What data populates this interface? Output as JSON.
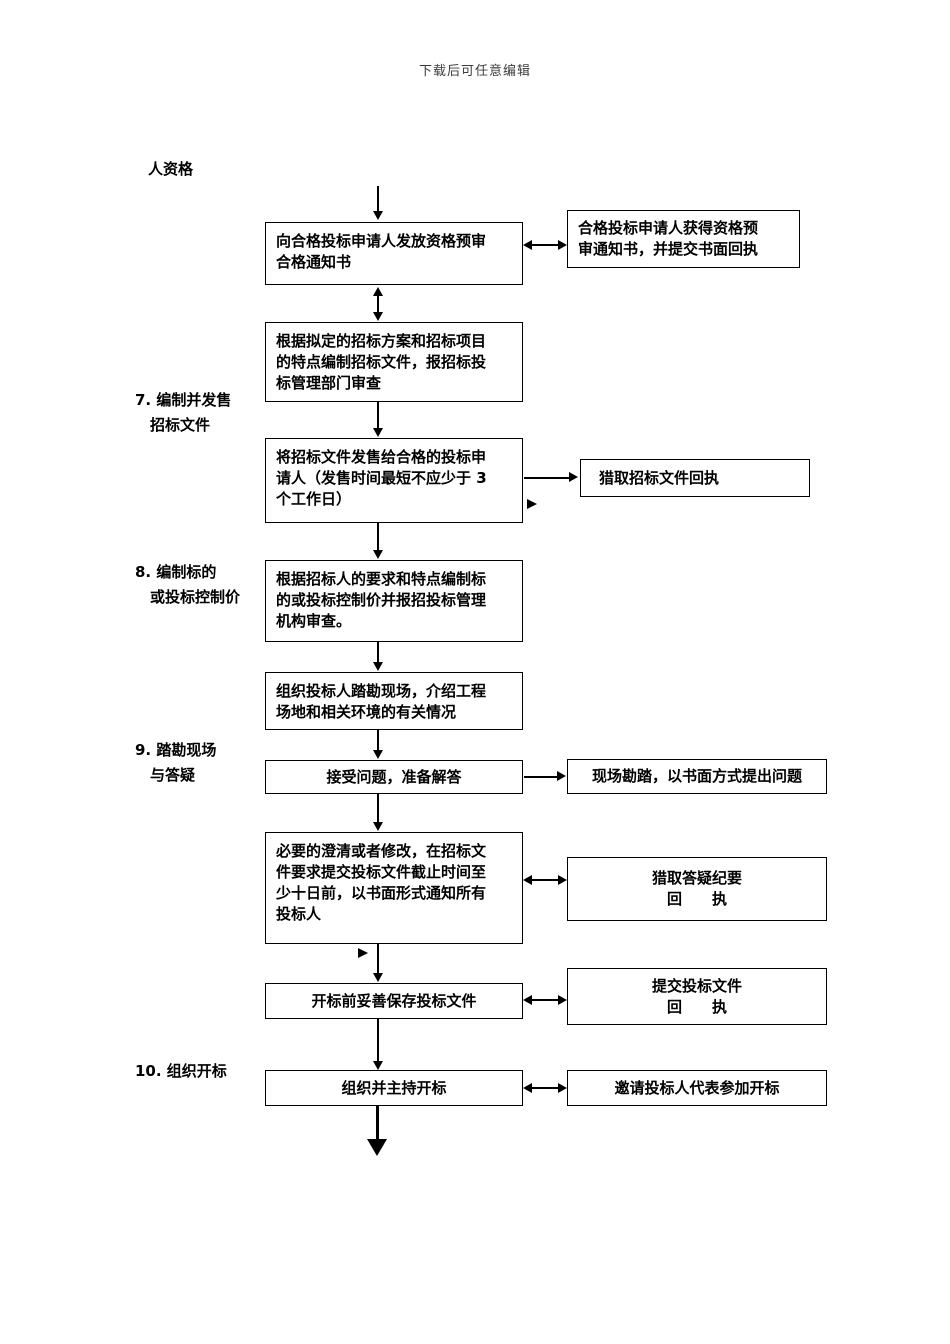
{
  "watermark": "下载后可任意编辑",
  "labels": {
    "qualification": "人资格",
    "step7": "7. 编制并发售\n　招标文件",
    "step8": "8. 编制标的\n　或投标控制价",
    "step9": "9. 踏勘现场\n　与答疑",
    "step10": "10. 组织开标"
  },
  "main_boxes": {
    "issue_notice": "向合格投标申请人发放资格预审\n合格通知书",
    "prepare_docs": "根据拟定的招标方案和招标项目\n的特点编制招标文件，报招标投\n标管理部门审查",
    "sell_docs": "将招标文件发售给合格的投标申\n请人（发售时间最短不应少于 3\n个工作日）",
    "prepare_price": "根据招标人的要求和特点编制标\n的或投标控制价并报招投标管理\n机构审查。",
    "organize_survey": "组织投标人踏勘现场，介绍工程\n场地和相关环境的有关情况",
    "accept_questions": "接受问题，准备解答",
    "clarification": "必要的澄清或者修改，在招标文\n件要求提交投标文件截止时间至\n少十日前，以书面形式通知所有\n投标人",
    "keep_docs": "开标前妥善保存投标文件",
    "host_opening": "组织并主持开标"
  },
  "side_boxes": {
    "receive_notice": "合格投标申请人获得资格预\n审通知书，并提交书面回执",
    "docs_receipt": "猎取招标文件回执",
    "site_survey": "现场勘踏，以书面方式提出问题",
    "qa_receipt": "猎取答疑纪要\n回　　执",
    "submit_docs": "提交投标文件\n回　　执",
    "invite_reps": "邀请投标人代表参加开标"
  }
}
